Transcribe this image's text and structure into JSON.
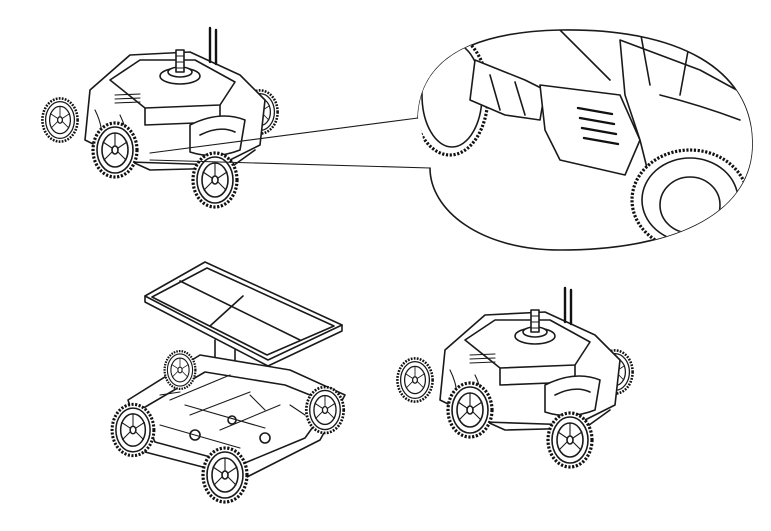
{
  "figure": {
    "panels": [
      {
        "id": "robot-top-left",
        "depicts": "pool-cleaner-robot"
      },
      {
        "id": "detail-callout",
        "depicts": "latch-close-up"
      },
      {
        "id": "robot-open-filter",
        "depicts": "robot-with-filter-lid-removed"
      },
      {
        "id": "robot-bottom-right",
        "depicts": "pool-cleaner-robot"
      }
    ],
    "colors": {
      "line": "#1a1a1a",
      "background": "#ffffff"
    }
  }
}
